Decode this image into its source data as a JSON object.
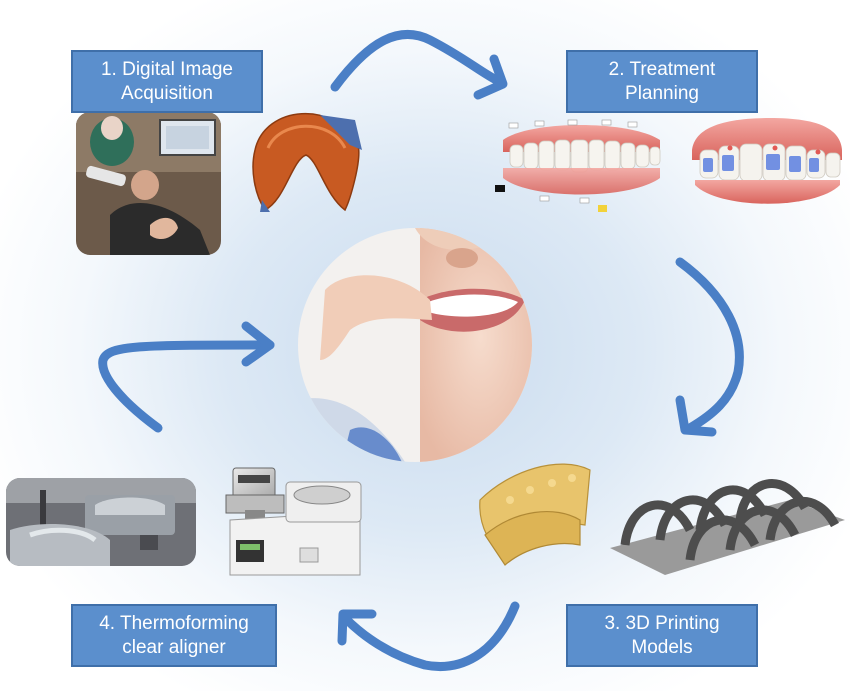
{
  "steps": [
    {
      "line1": "1. Digital Image",
      "line2": "Acquisition"
    },
    {
      "line1": "2. Treatment",
      "line2": "Planning"
    },
    {
      "line1": "3. 3D Printing",
      "line2": "Models"
    },
    {
      "line1": "4. Thermoforming",
      "line2": "clear aligner"
    }
  ],
  "colors": {
    "label_fill": "#5b8fcd",
    "arrow": "#4a7fc6"
  },
  "icons": [
    "cycle-arrow-icon"
  ]
}
